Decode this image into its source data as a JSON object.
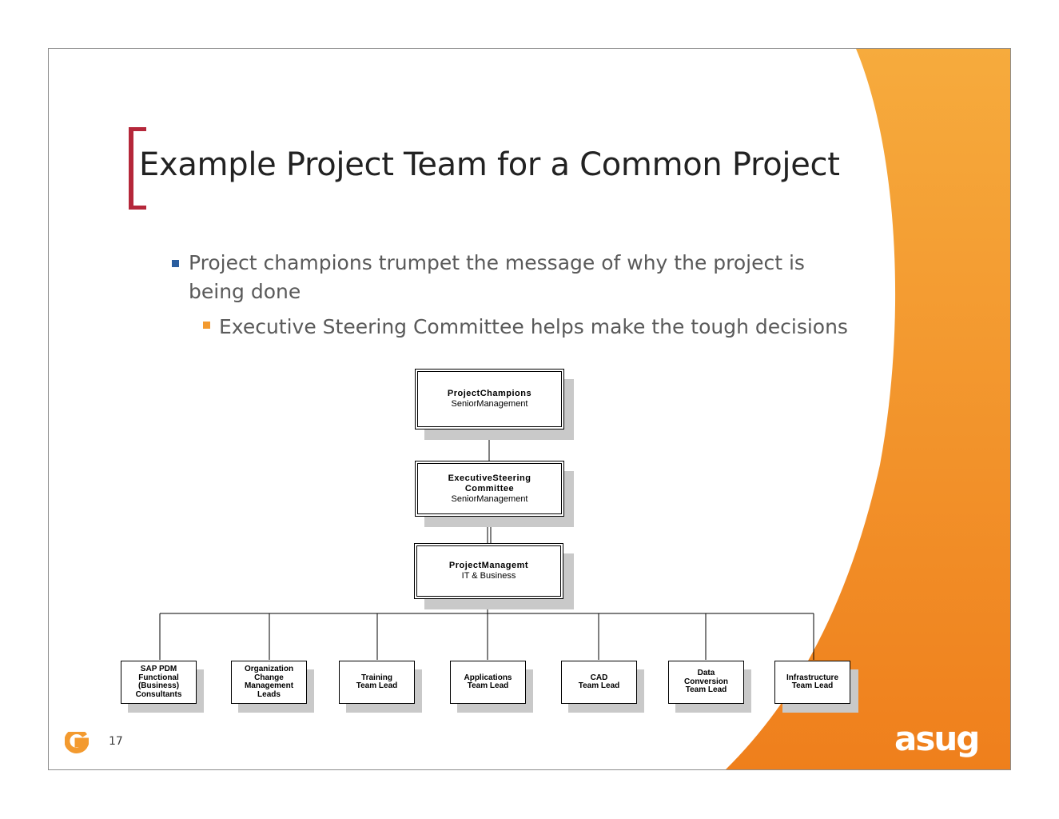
{
  "slide": {
    "title": "Example Project Team for a Common Project",
    "number": "17",
    "logo_text": "asug",
    "bullets": [
      {
        "level": 1,
        "text": "Project champions trumpet the message of why the project is being done"
      },
      {
        "level": 2,
        "text": "Executive Steering Committee helps make the tough decisions"
      }
    ],
    "colors": {
      "bracket": "#b5273a",
      "orange": "#f39a2f",
      "bullet_level1": "#2a5d9f",
      "bullet_level2": "#f39a2f"
    }
  },
  "org_chart": {
    "top": [
      {
        "title": "ProjectChampions",
        "sub": "SeniorManagement"
      },
      {
        "title": "ExecutiveSteering\nCommittee",
        "sub": "SeniorManagement"
      },
      {
        "title": "ProjectManagemt",
        "sub": "IT & Business"
      }
    ],
    "teams": [
      "SAP PDM\nFunctional\n(Business)\nConsultants",
      "Organization\nChange\nManagement\nLeads",
      "Training\nTeam  Lead",
      "Applications\nTeam  Lead",
      "CAD\nTeam  Lead",
      "Data\nConversion\nTeam  Lead",
      "Infrastructure\nTeam  Lead"
    ]
  }
}
